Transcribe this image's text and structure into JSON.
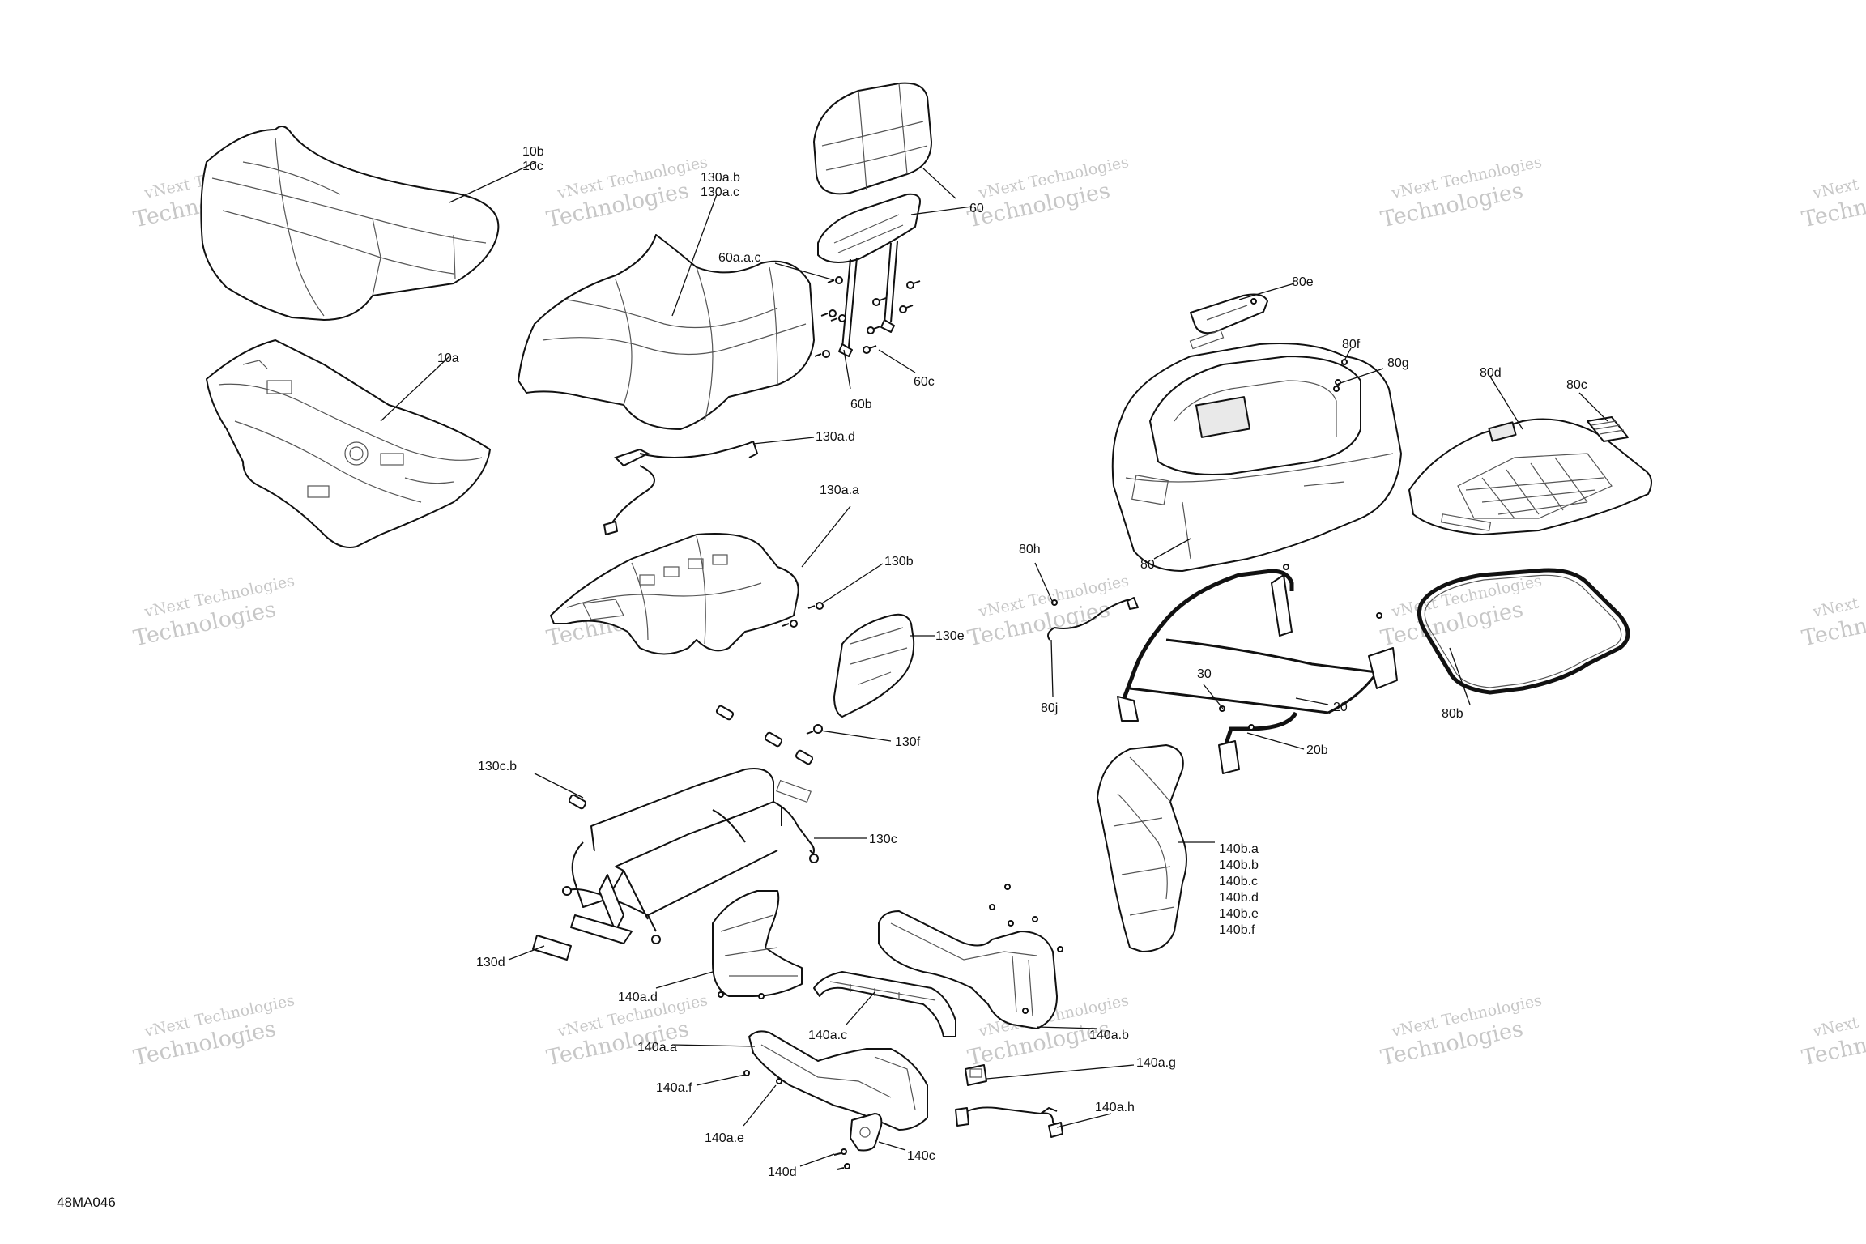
{
  "figure_code": "48MA046",
  "watermark": {
    "line1": "vNext Technologies",
    "line1_prefix": "vNext",
    "line2": "Technologies"
  },
  "callouts": {
    "c10b": "10b",
    "c10c": "10c",
    "c10a": "10a",
    "c130ab": "130a.b",
    "c130ac": "130a.c",
    "c60aac": "60a.a.c",
    "c60": "60",
    "c60b": "60b",
    "c60c": "60c",
    "c130ad": "130a.d",
    "c130aa": "130a.a",
    "c130b": "130b",
    "c130e": "130e",
    "c130f": "130f",
    "c130cb": "130c.b",
    "c130c": "130c",
    "c130d": "130d",
    "c80e": "80e",
    "c80f": "80f",
    "c80g": "80g",
    "c80d": "80d",
    "c80c": "80c",
    "c80": "80",
    "c80h": "80h",
    "c80j": "80j",
    "c30": "30",
    "c20": "20",
    "c20b": "20b",
    "c80b": "80b",
    "c140ba": "140b.a",
    "c140bb": "140b.b",
    "c140bc": "140b.c",
    "c140bd": "140b.d",
    "c140be": "140b.e",
    "c140bf": "140b.f",
    "c140ad": "140a.d",
    "c140ac": "140a.c",
    "c140ab": "140a.b",
    "c140aa": "140a.a",
    "c140af": "140a.f",
    "c140ae": "140a.e",
    "c140ag": "140a.g",
    "c140ah": "140a.h",
    "c140c": "140c",
    "c140d": "140d"
  }
}
